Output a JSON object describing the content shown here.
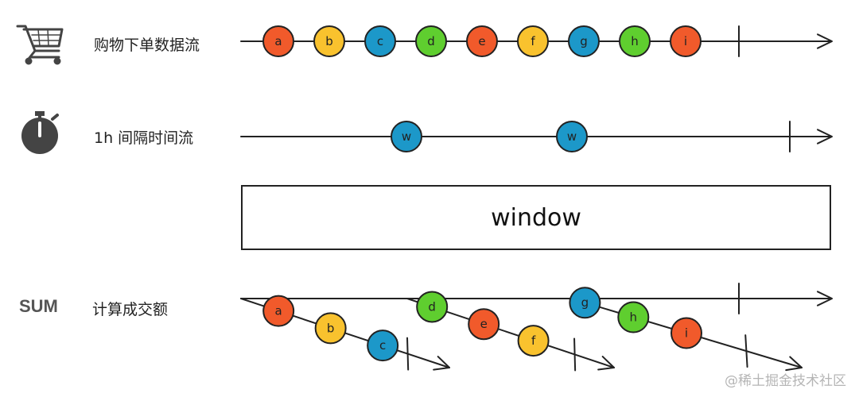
{
  "colors": {
    "a": "#f15a2b",
    "b": "#f9c22e",
    "c": "#1c98c9",
    "d": "#5fce2f",
    "e": "#f15a2b",
    "f": "#f9c22e",
    "g": "#1c98c9",
    "h": "#5fce2f",
    "i": "#f15a2b",
    "w": "#1c98c9",
    "line": "#222222"
  },
  "rows": {
    "orders": {
      "icon": "shopping-cart-icon",
      "label": "购物下单数据流",
      "events": [
        "a",
        "b",
        "c",
        "d",
        "e",
        "f",
        "g",
        "h",
        "i"
      ]
    },
    "timer": {
      "icon": "stopwatch-icon",
      "label": "1h 间隔时间流",
      "events": [
        "w",
        "w"
      ]
    },
    "window": {
      "label": "window"
    },
    "sum": {
      "label": "SUM",
      "desc": "计算成交额",
      "groups": [
        [
          "a",
          "b",
          "c"
        ],
        [
          "d",
          "e",
          "f"
        ],
        [
          "g",
          "h",
          "i"
        ]
      ]
    }
  },
  "watermark": "@稀土掘金技术社区"
}
